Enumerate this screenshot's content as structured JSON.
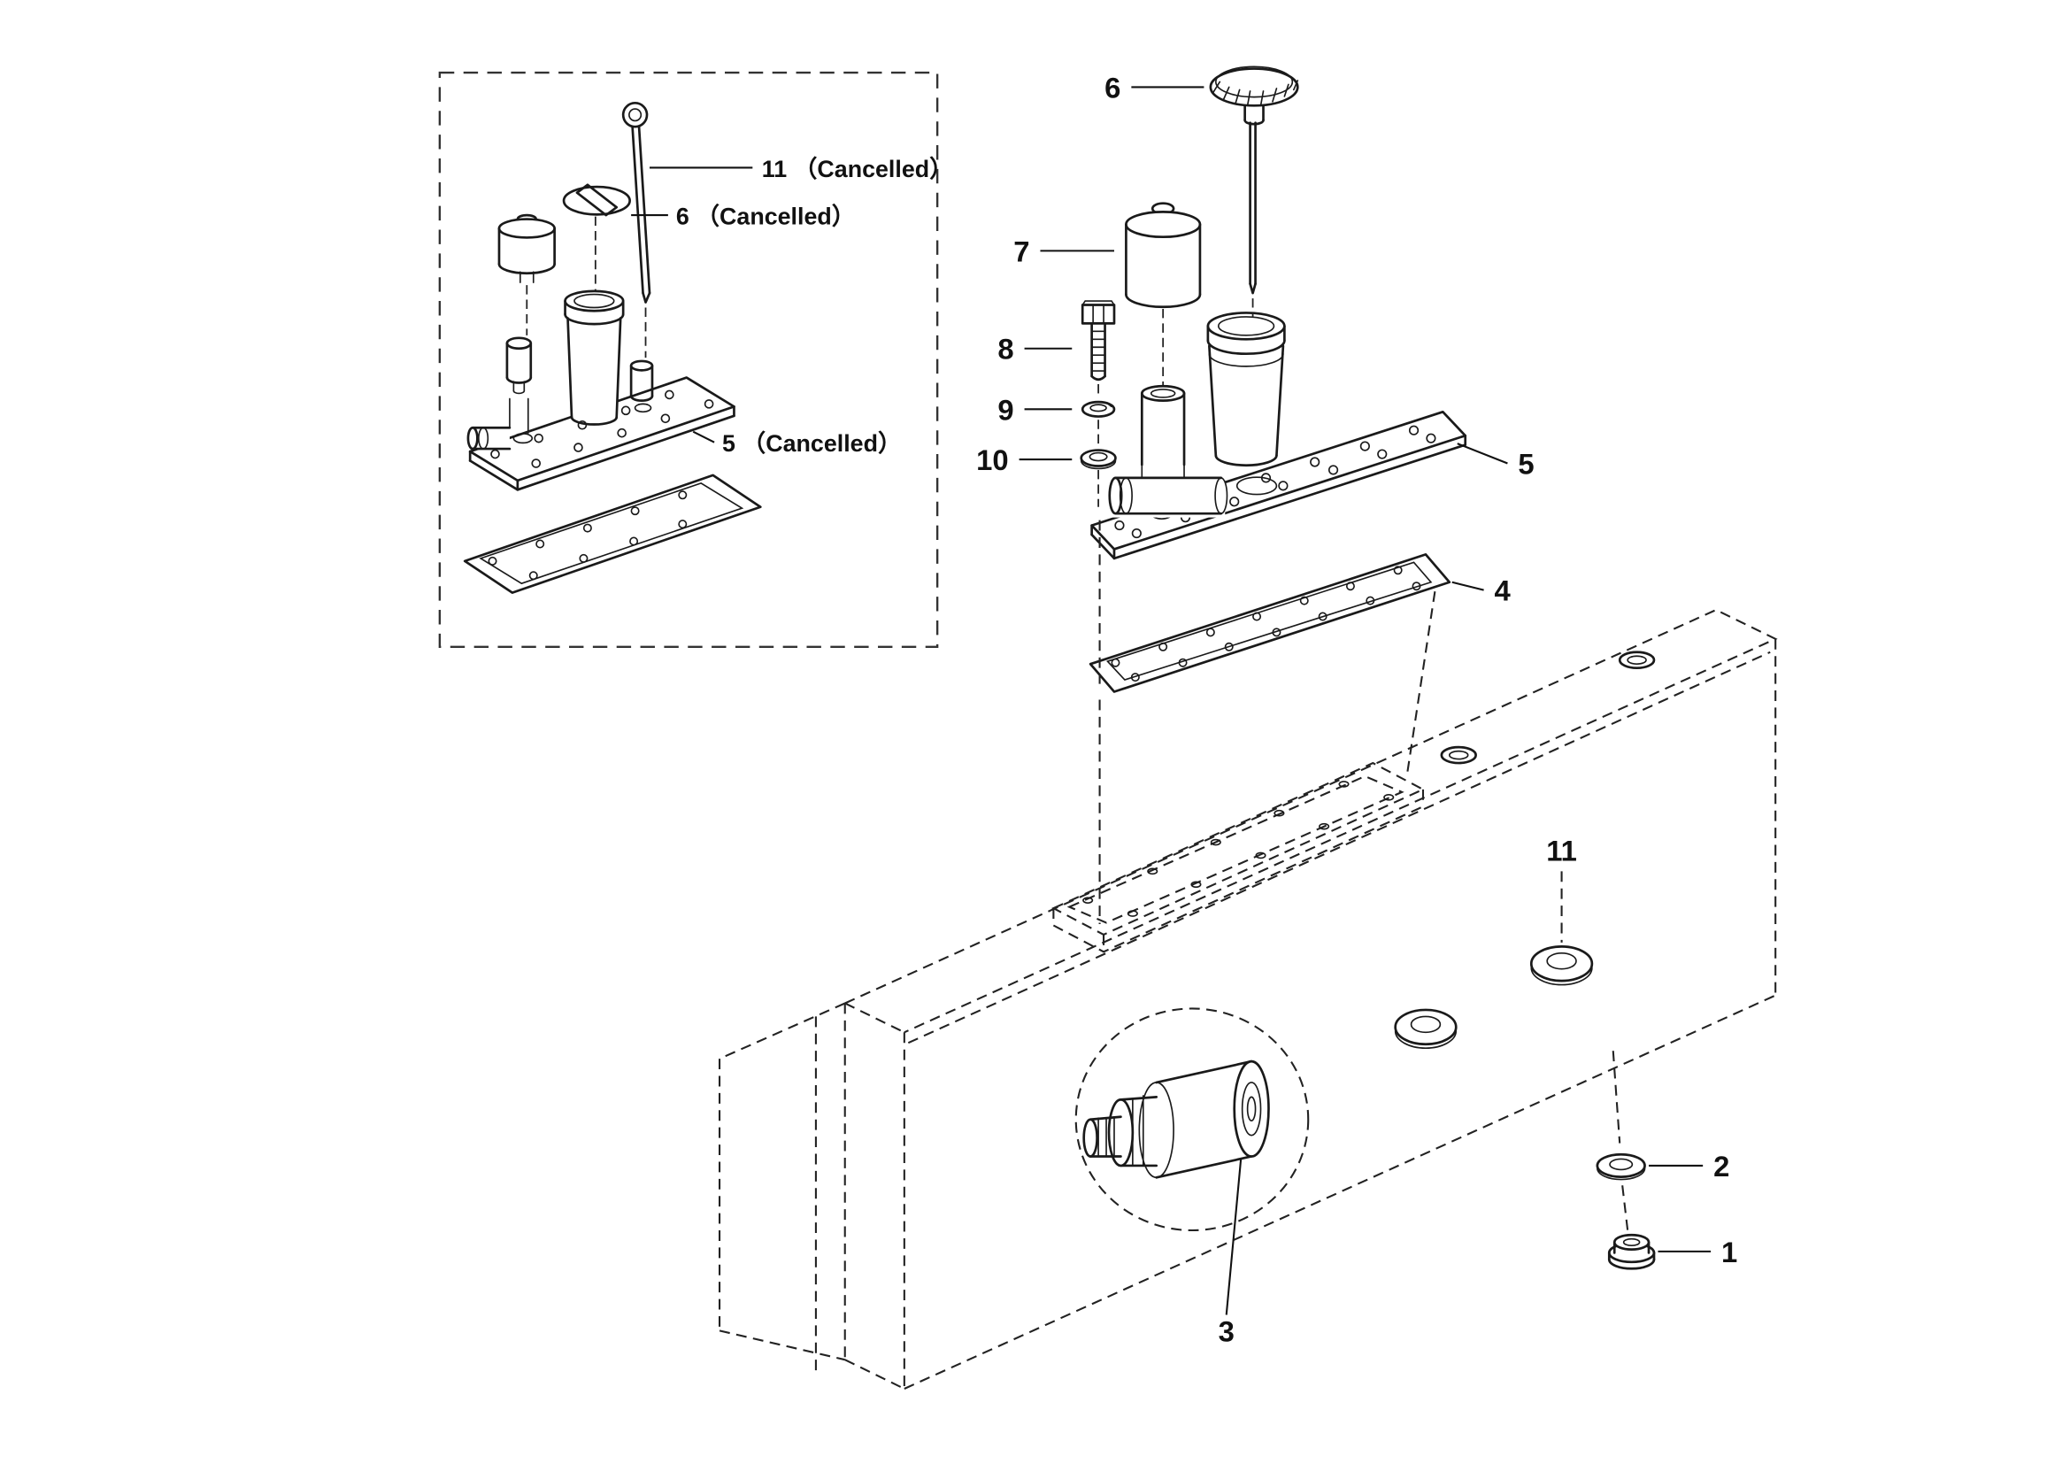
{
  "colors": {
    "background": "#ffffff",
    "line": "#1a1a1a"
  },
  "cancelled_box": {
    "dipstick_label": "11 （Cancelled）",
    "cap_label": "6 （Cancelled）",
    "cover_label": "5 （Cancelled）"
  },
  "main_assembly": {
    "cap": "6",
    "breather": "7",
    "bolt": "8",
    "spring_washer": "9",
    "flat_washer": "10",
    "cover_plate": "5",
    "gasket": "4"
  },
  "tank": {
    "grommet": "11",
    "washer": "2",
    "plug": "1",
    "sender": "3"
  }
}
